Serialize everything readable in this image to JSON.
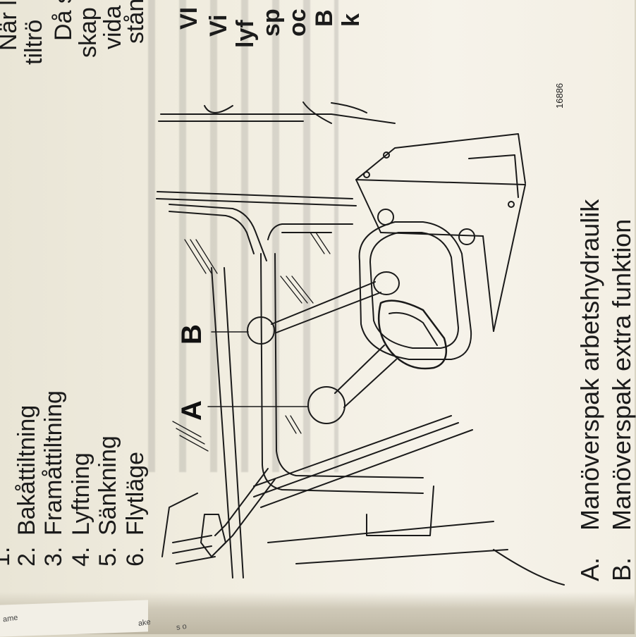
{
  "list_items": [
    {
      "num": "1.",
      "text": ""
    },
    {
      "num": "2.",
      "text": "Bakåttiltning"
    },
    {
      "num": "3.",
      "text": "Framåttiltning"
    },
    {
      "num": "4.",
      "text": "Lyftning"
    },
    {
      "num": "5.",
      "text": "Sänkning"
    },
    {
      "num": "6.",
      "text": "Flytläge"
    }
  ],
  "legend": [
    {
      "key": "A.",
      "text": "Manöverspak arbetshydraulik"
    },
    {
      "key": "B.",
      "text": "Manöverspak extra funktion"
    }
  ],
  "figure": {
    "number": "16886",
    "label_a": "A",
    "label_b": "B"
  },
  "right_column": [
    "När l",
    "tiltrö",
    "Då s",
    "skap",
    "vida",
    "stån",
    "VI",
    "Vi",
    "lyf",
    "sp",
    "oc",
    "B",
    "k"
  ],
  "edge_text": [
    "ame",
    "ake",
    "s o"
  ]
}
